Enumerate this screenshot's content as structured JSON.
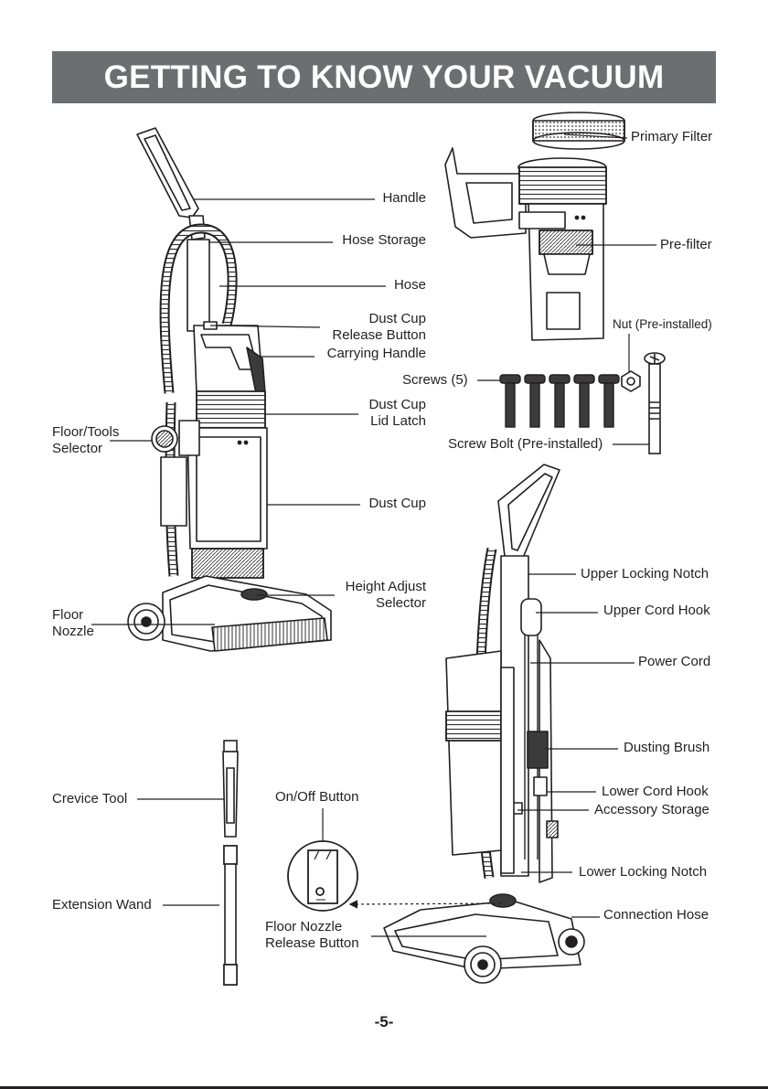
{
  "header": {
    "title": "GETTING TO KNOW YOUR VACUUM"
  },
  "labels": {
    "handle": "Handle",
    "hose_storage": "Hose Storage",
    "hose": "Hose",
    "dust_cup_release_1": "Dust Cup",
    "dust_cup_release_2": "Release Button",
    "carrying_handle": "Carrying Handle",
    "dust_cup_lid_latch_1": "Dust Cup",
    "dust_cup_lid_latch_2": "Lid Latch",
    "floor_tools_selector_1": "Floor/Tools",
    "floor_tools_selector_2": "Selector",
    "dust_cup": "Dust Cup",
    "height_adjust_1": "Height Adjust",
    "height_adjust_2": "Selector",
    "floor_nozzle_1": "Floor",
    "floor_nozzle_2": "Nozzle",
    "primary_filter": "Primary Filter",
    "pre_filter": "Pre-filter",
    "nut": "Nut (Pre-installed)",
    "screws": "Screws (5)",
    "screw_bolt": "Screw Bolt (Pre-installed)",
    "upper_locking_notch": "Upper Locking Notch",
    "upper_cord_hook": "Upper Cord Hook",
    "power_cord": "Power Cord",
    "dusting_brush": "Dusting Brush",
    "lower_cord_hook": "Lower Cord Hook",
    "accessory_storage": "Accessory Storage",
    "lower_locking_notch": "Lower Locking Notch",
    "connection_hose": "Connection Hose",
    "crevice_tool": "Crevice Tool",
    "extension_wand": "Extension Wand",
    "on_off_button": "On/Off Button",
    "floor_nozzle_release_1": "Floor Nozzle",
    "floor_nozzle_release_2": "Release Button"
  },
  "footer": {
    "page_number": "-5-"
  },
  "colors": {
    "banner": "#6d6e71",
    "ink": "#231f20",
    "fill_dark": "#3b3b3b",
    "fill_mid": "#8a8a8a"
  }
}
